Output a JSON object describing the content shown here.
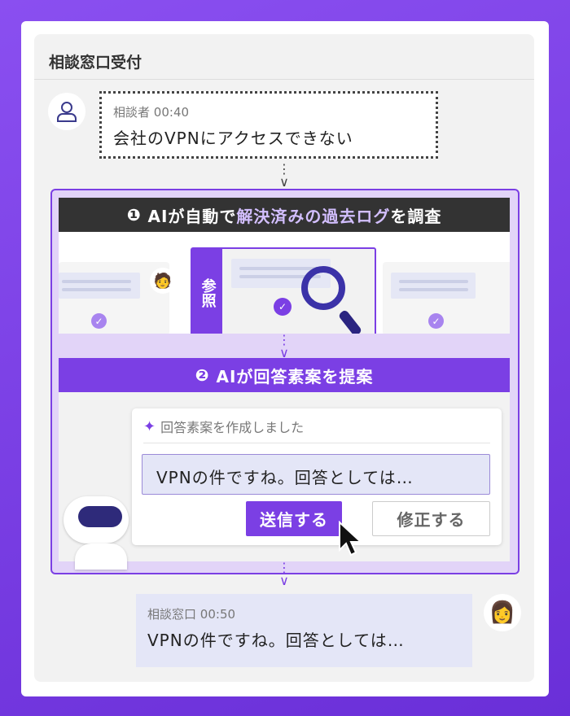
{
  "header": {
    "title": "相談窓口受付"
  },
  "customer_message": {
    "sender": "相談者",
    "time": "00:40",
    "text": "会社のVPNにアクセスできない"
  },
  "step1": {
    "number": "❶",
    "prefix": "AIが自動で",
    "highlight": "解決済みの過去ログ",
    "suffix": "を調査",
    "reference_label": "参照"
  },
  "step2": {
    "number": "❷",
    "title": "AIが回答素案を提案"
  },
  "draft": {
    "heading": "回答素案を作成しました",
    "text": "VPNの件ですね。回答としては…",
    "send_label": "送信する",
    "edit_label": "修正する"
  },
  "reply_message": {
    "sender": "相談窓口",
    "time": "00:50",
    "text": "VPNの件ですね。回答としては…"
  },
  "colors": {
    "accent": "#7b3fe4",
    "dark_header": "#333333"
  }
}
